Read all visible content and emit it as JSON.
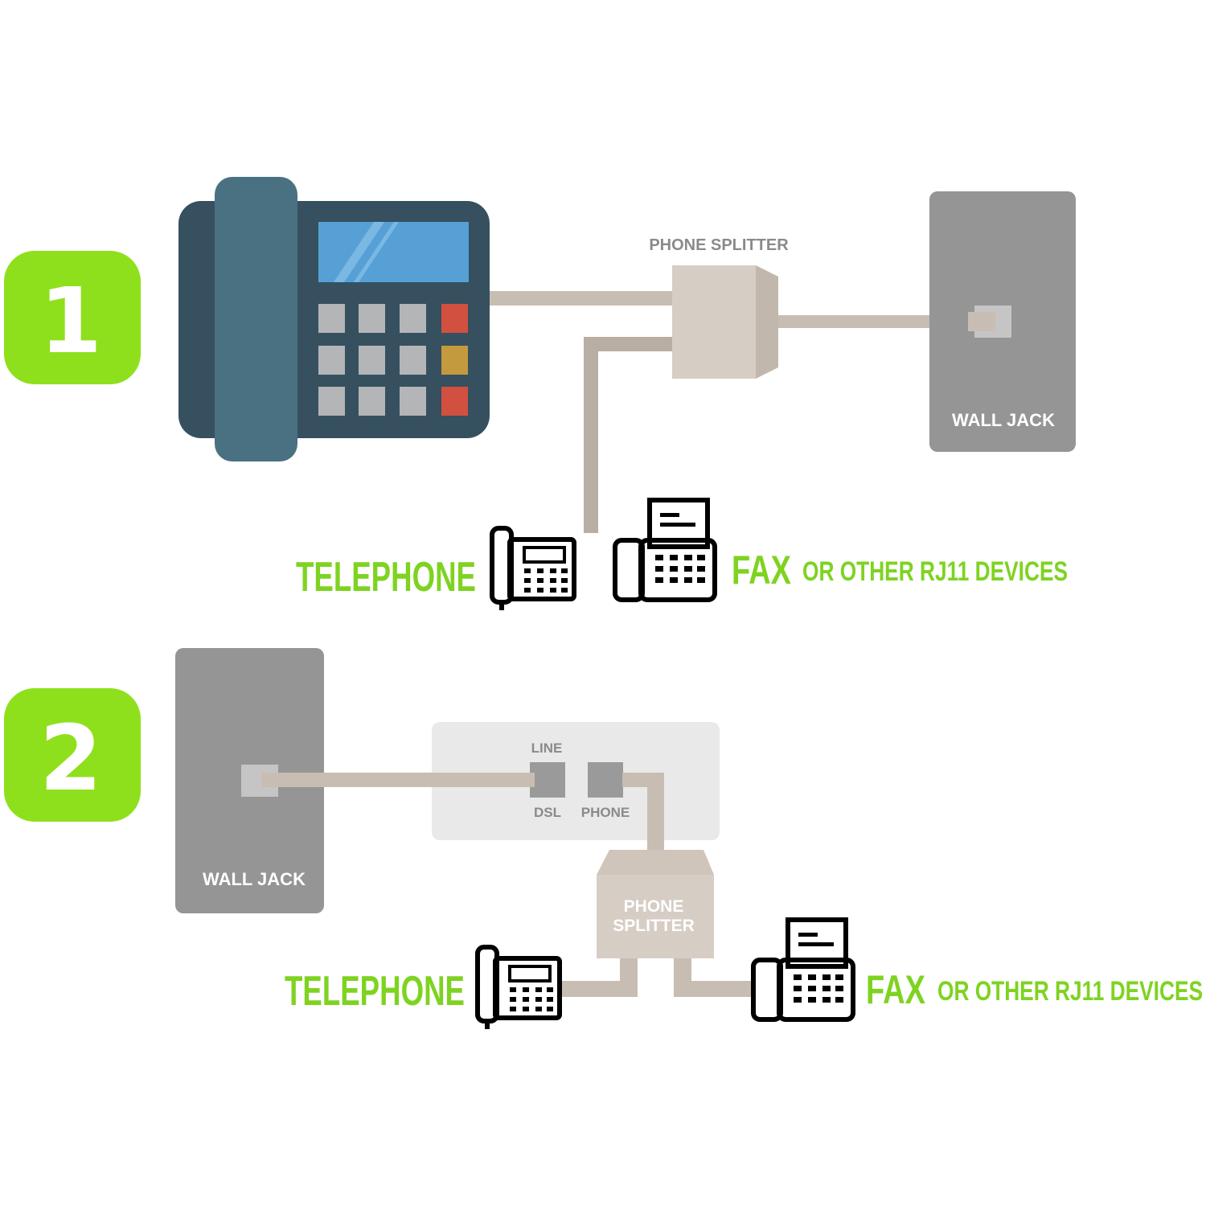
{
  "colors": {
    "accent_green": "#7ed321",
    "badge_green": "#8fe01c",
    "cable": "#c8bdb2",
    "splitter": "#d6cdc4",
    "wall_jack": "#959595",
    "phone_body": "#36505f",
    "handset": "#4a7181",
    "screen": "#56a0d6",
    "modem": "#e9e9e9"
  },
  "icons": [
    "telephone-icon",
    "fax-icon",
    "desk-phone-illustration"
  ],
  "step1": {
    "badge": "1",
    "splitter_label": "PHONE SPLITTER",
    "wall_jack_label": "WALL JACK",
    "telephone_label": "TELEPHONE",
    "fax_label": "FAX",
    "fax_sub_label": "OR OTHER RJ11 DEVICES"
  },
  "step2": {
    "badge": "2",
    "wall_jack_label": "WALL JACK",
    "modem_line_label": "LINE",
    "modem_dsl_label": "DSL",
    "modem_phone_label": "PHONE",
    "splitter_label_line1": "PHONE",
    "splitter_label_line2": "SPLITTER",
    "telephone_label": "TELEPHONE",
    "fax_label": "FAX",
    "fax_sub_label": "OR OTHER RJ11 DEVICES"
  }
}
